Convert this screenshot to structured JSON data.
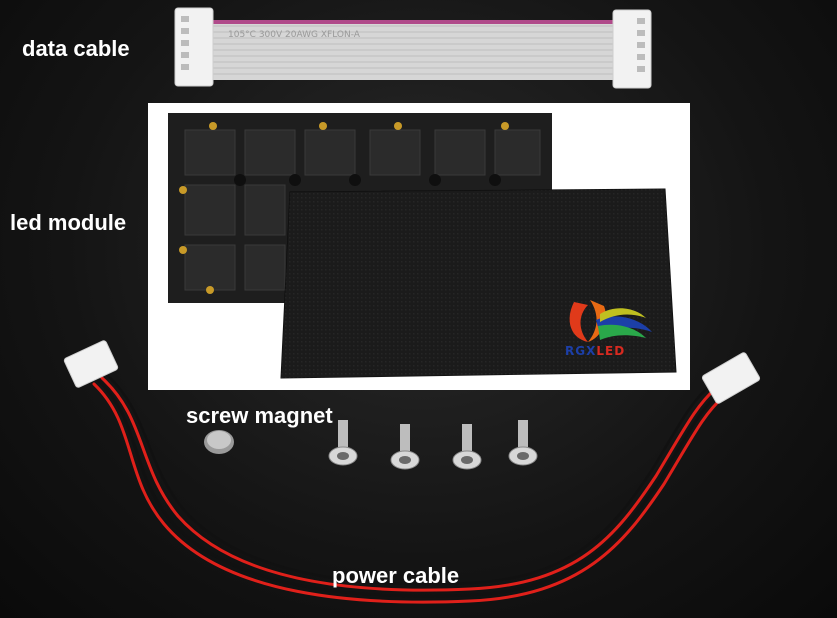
{
  "labels": {
    "data_cable": "data cable",
    "led_module": "led module",
    "screw_magnet": "screw magnet",
    "power_cable": "power cable"
  },
  "logo": {
    "brand_part1": "RGX",
    "brand_part2": "LED"
  },
  "ribbon_print": "105°C  300V  20AWG  XFLON-A",
  "colors": {
    "background": "#141414",
    "label_text": "#ffffff",
    "power_wire_red": "#e0201a",
    "power_wire_black": "#111111",
    "connector_white": "#f2f2f2",
    "ribbon_stripe": "#b04a8a",
    "logo_blue": "#1c3fa8",
    "logo_red": "#d82a20"
  }
}
